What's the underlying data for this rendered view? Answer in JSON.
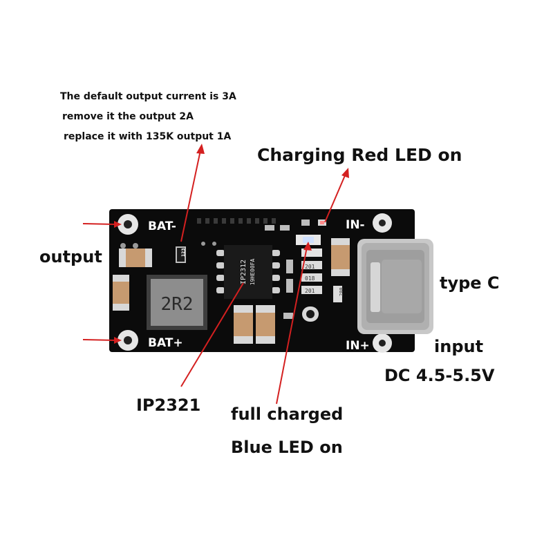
{
  "annotations": {
    "note_line1": "The default output current is 3A",
    "note_line2": "remove it the output 2A",
    "note_line3": "replace it with 135K output 1A",
    "charging_led": "Charging Red LED on",
    "output": "output",
    "type_c": "type C",
    "input": "input",
    "input_voltage": "DC 4.5-5.5V",
    "ic_name": "IP2321",
    "full_charged": "full charged",
    "blue_led": "Blue LED on"
  },
  "board": {
    "bat_minus": "BAT-",
    "bat_plus": "BAT+",
    "in_minus": "IN-",
    "in_plus": "IN+",
    "inductor_code": "2R2",
    "chip_mark_line1": "IP2312",
    "chip_mark_line2": "19HE00FA",
    "resistor_r1": "201",
    "resistor_r2": "018",
    "resistor_r3": "201",
    "resistor_r4": "200",
    "resistor_r5": "123"
  },
  "colors": {
    "board": "#0b0b0b",
    "arrow": "#d42020",
    "label_text": "#111111"
  }
}
